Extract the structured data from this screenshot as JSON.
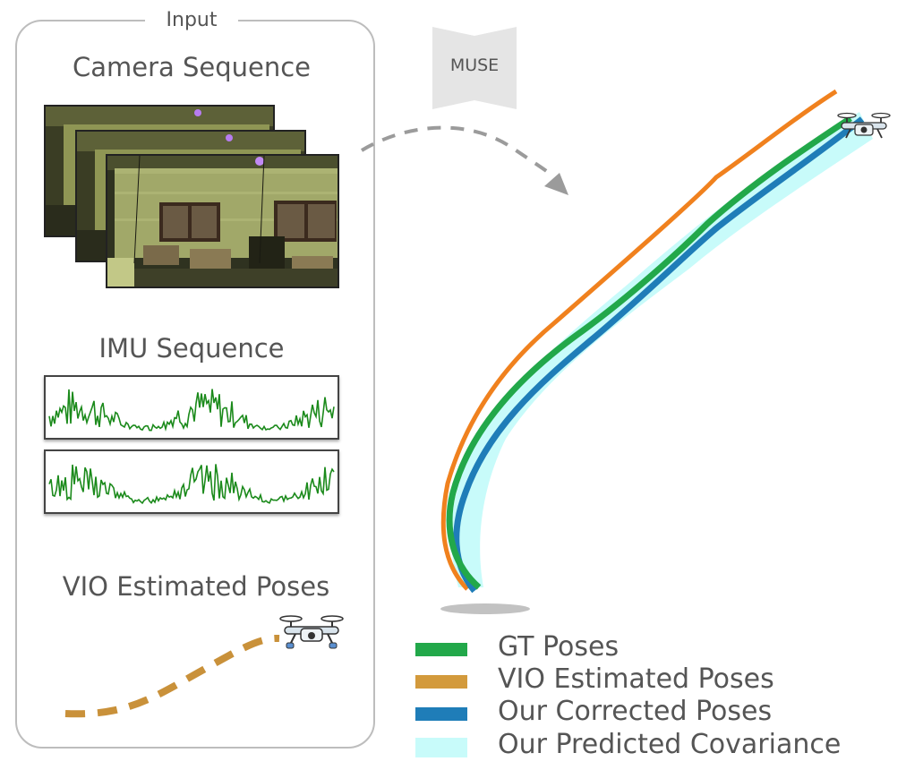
{
  "input_panel": {
    "title": "Input",
    "camera_title": "Camera Sequence",
    "imu_title": "IMU Sequence",
    "vio_title": "VIO Estimated Poses"
  },
  "muse_label": "MUSE",
  "legend": [
    {
      "label": "GT Poses",
      "color": "#22a84a"
    },
    {
      "label": "VIO Estimated Poses",
      "color": "#d39a3c"
    },
    {
      "label": "Our Corrected Poses",
      "color": "#1f7db8"
    },
    {
      "label": "Our Predicted Covariance",
      "color": "#c8fbfa"
    }
  ],
  "colors": {
    "gt": "#22a84a",
    "vio": "#f0811e",
    "corrected": "#1f7db8",
    "covariance": "#c8fbfa",
    "vio_dash": "#c9913a",
    "arrow": "#9b9b9b",
    "imu_signal": "#1b8a1b"
  },
  "icons": {
    "drone": "drone-icon"
  }
}
